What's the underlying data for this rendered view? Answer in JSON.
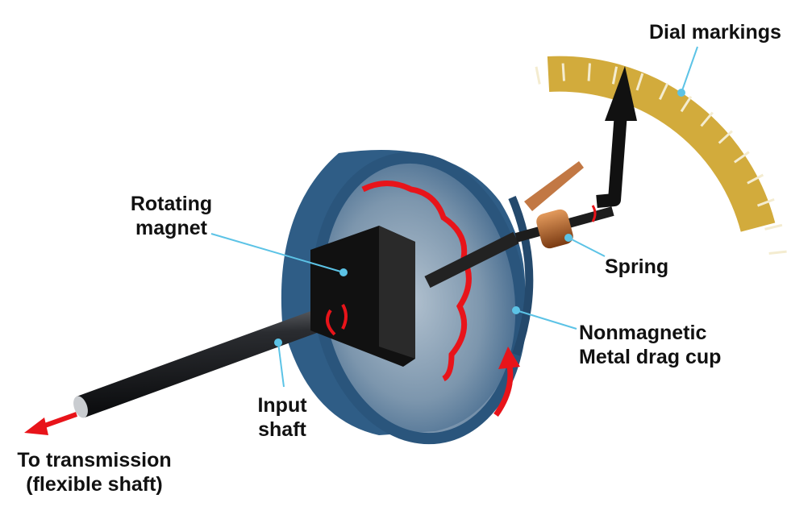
{
  "labels": {
    "dial_markings": "Dial markings",
    "rotating_magnet_1": "Rotating",
    "rotating_magnet_2": "magnet",
    "spring": "Spring",
    "drag_cup_1": "Nonmagnetic",
    "drag_cup_2": "Metal drag cup",
    "input_shaft_1": "Input",
    "input_shaft_2": "shaft",
    "transmission_1": "To transmission",
    "transmission_2": "(flexible shaft)"
  },
  "colors": {
    "dial": "#d2ab3c",
    "cup": "#2f5d86",
    "arrow": "#e8141a",
    "leader": "#5cc3e6",
    "spring": "#b8652a"
  }
}
